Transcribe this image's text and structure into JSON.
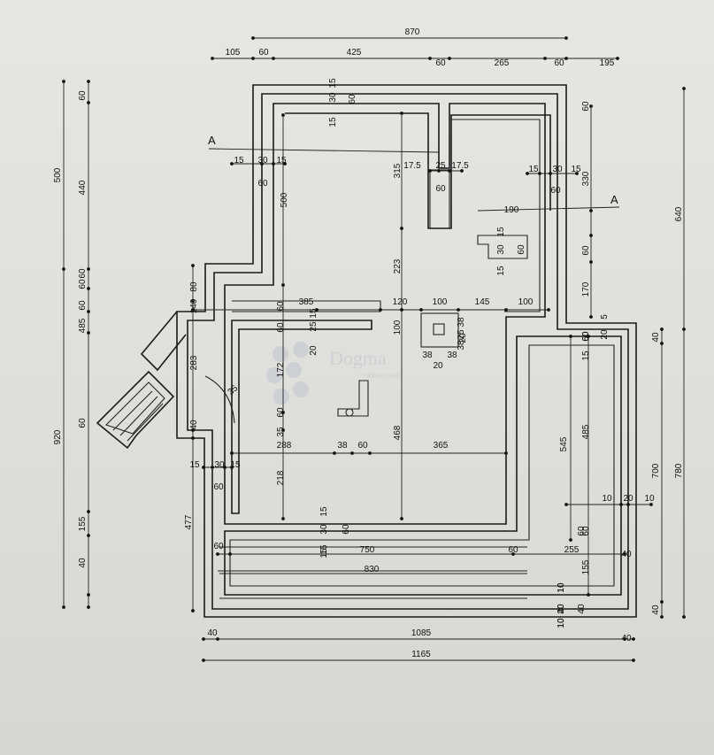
{
  "drawing": {
    "top_dims": {
      "overall": "870",
      "segments": [
        "105",
        "60",
        "425",
        "60",
        "265",
        "60",
        "195"
      ]
    },
    "bottom_dims": {
      "segments": [
        "40",
        "1085",
        "40"
      ],
      "overall": "1165"
    },
    "left_dims": {
      "outer": [
        "500",
        "920"
      ],
      "inner": [
        "60",
        "440",
        "60",
        "60",
        "60",
        "485",
        "60",
        "155",
        "40"
      ]
    },
    "right_dims": {
      "outer": [
        "640",
        "780"
      ],
      "mid": [
        "40",
        "700",
        "40"
      ],
      "inner": [
        "60",
        "330",
        "60",
        "170",
        "60",
        "15",
        "485",
        "60",
        "155",
        "10",
        "40",
        "10"
      ]
    },
    "interior_labels": [
      "15",
      "30",
      "15",
      "60",
      "15",
      "30",
      "60",
      "15",
      "500",
      "315",
      "223",
      "468",
      "17.5",
      "25",
      "17.5",
      "60",
      "15",
      "30",
      "15",
      "60",
      "190",
      "15",
      "30",
      "60",
      "15",
      "80",
      "140",
      "283",
      "40",
      "35",
      "385",
      "120",
      "100",
      "145",
      "100",
      "60",
      "60",
      "15",
      "25",
      "20",
      "172",
      "100",
      "38",
      "25",
      "38",
      "20",
      "38",
      "38",
      "20",
      "60",
      "35",
      "288",
      "38",
      "60",
      "365",
      "15",
      "30",
      "15",
      "60",
      "218",
      "477",
      "15",
      "30",
      "15",
      "60",
      "60",
      "15",
      "750",
      "60",
      "255",
      "40",
      "830",
      "545",
      "5",
      "20",
      "60",
      "10",
      "20",
      "10",
      "60",
      "10",
      "20",
      "10",
      "40"
    ],
    "section_marks": [
      "A",
      "A"
    ]
  },
  "watermark": {
    "brand": "Dogma",
    "sub": "nekretnine"
  }
}
